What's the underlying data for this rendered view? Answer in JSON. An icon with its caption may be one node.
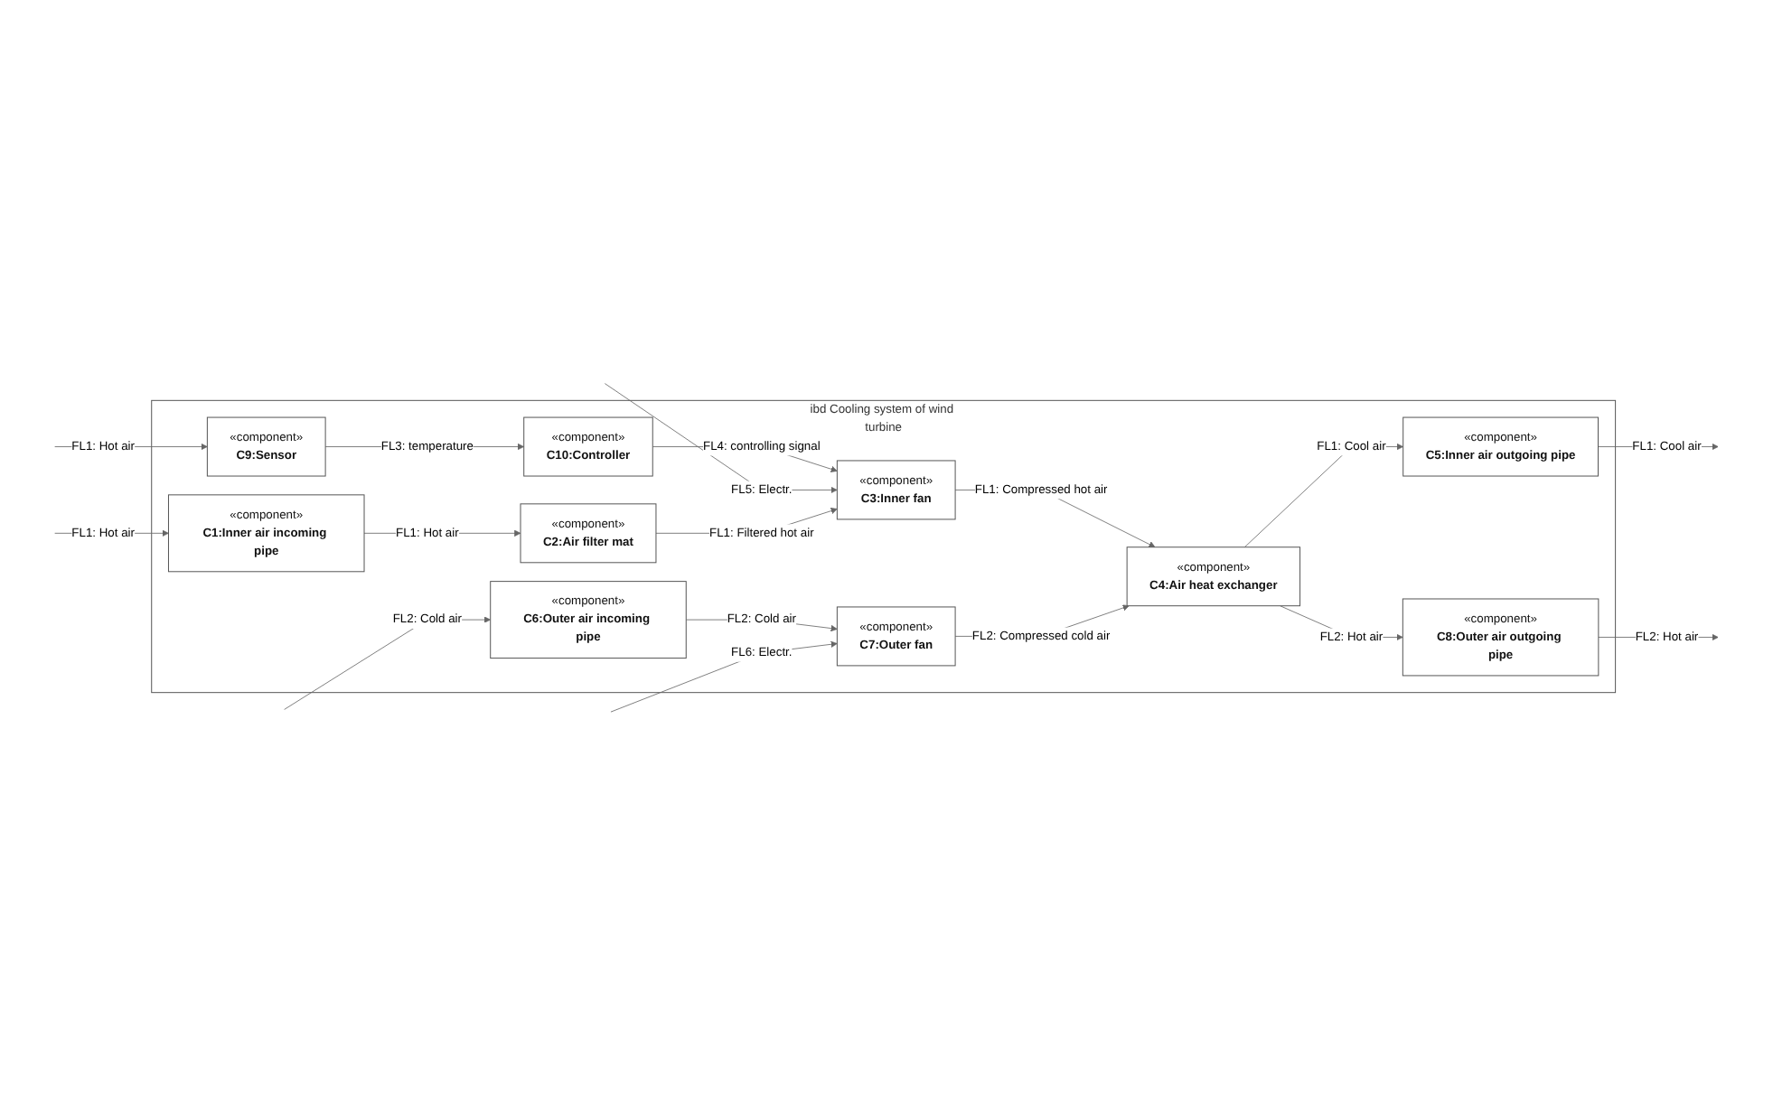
{
  "diagram": {
    "nodes": [
      {
        "text": [
          "ibd Cooling system of wind turbine"
        ]
      },
      {
        "text": [
          "«component»",
          "C10:Controller"
        ],
        "in": 0
      },
      {
        "text": [
          "«component»",
          "C9:Sensor"
        ],
        "in": 0
      },
      {
        "text": [
          "«component»",
          "C5:Inner air outgoing pipe"
        ],
        "in": 0
      },
      {
        "text": [
          "«component»",
          "C3:Inner fan"
        ],
        "in": 0
      },
      {
        "text": [
          "«component»",
          "C1:Inner air incoming pipe"
        ],
        "in": 0
      },
      {
        "text": [
          "«component»",
          "C2:Air filter mat"
        ],
        "in": 0
      },
      {
        "text": [
          "«component»",
          "C4:Air heat exchanger"
        ],
        "in": 0
      },
      {
        "text": [
          "«component»",
          "C6:Outer air incoming pipe"
        ],
        "in": 0
      },
      {
        "text": [
          "«component»",
          "C7:Outer fan"
        ],
        "in": 0
      },
      {
        "text": [
          "«component»",
          "C8:Outer air outgoing pipe"
        ],
        "in": 0
      }
    ],
    "edges": [
      {
        "from": null,
        "to": 5,
        "arrow": "to",
        "label": "FL1: Hot air"
      },
      {
        "from": null,
        "to": 2,
        "arrow": "to",
        "label": "FL1: Hot air"
      },
      {
        "from": 2,
        "to": 1,
        "arrow": "to",
        "label": "FL3: temperature"
      },
      {
        "from": 1,
        "to": 4,
        "arrow": "to",
        "label": "FL4: controlling signal"
      },
      {
        "from": null,
        "to": 4,
        "arrow": "to",
        "label": "FL5: Electr."
      },
      {
        "from": 5,
        "to": 6,
        "arrow": "to",
        "label": "FL1: Hot air"
      },
      {
        "from": 6,
        "to": 4,
        "arrow": "to",
        "label": "FL1: Filtered hot air"
      },
      {
        "from": 4,
        "to": 7,
        "arrow": "to",
        "label": "FL1: Compressed hot air"
      },
      {
        "from": 7,
        "to": 3,
        "arrow": "to",
        "label": "FL1: Cool air"
      },
      {
        "from": 3,
        "to": null,
        "arrow": "to",
        "label": "FL1: Cool air"
      },
      {
        "from": null,
        "to": 8,
        "arrow": "to",
        "label": "FL2: Cold air"
      },
      {
        "from": 8,
        "to": 9,
        "arrow": "to",
        "label": "FL2: Cold air"
      },
      {
        "from": 9,
        "to": 7,
        "arrow": "to",
        "label": "FL2: Compressed cold air"
      },
      {
        "from": 7,
        "to": 10,
        "arrow": "to",
        "label": "FL2: Hot air"
      },
      {
        "from": 10,
        "to": null,
        "arrow": "to",
        "label": "FL2: Hot air"
      },
      {
        "from": null,
        "to": 9,
        "arrow": "to",
        "label": "FL6: Electr."
      }
    ]
  }
}
